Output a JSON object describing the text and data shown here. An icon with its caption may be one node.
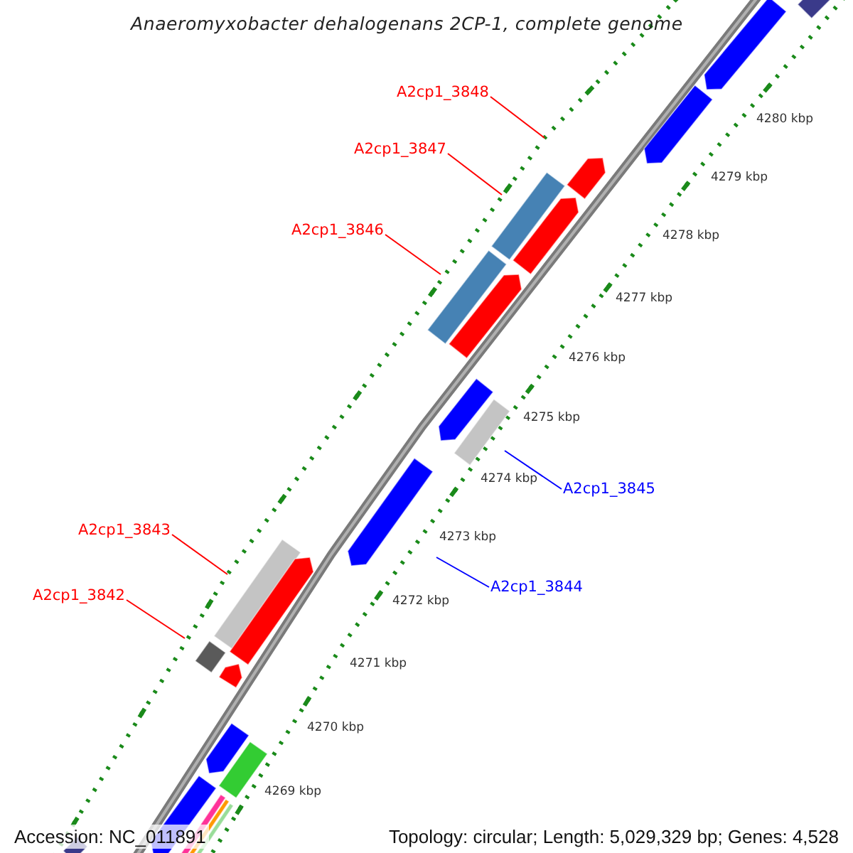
{
  "diagram": {
    "title": "Anaeromyxobacter dehalogenans 2CP-1, complete genome",
    "nodes": [
      {
        "text": [
          "A2cp1_3848"
        ]
      },
      {
        "text": [
          "A2cp1_3847"
        ]
      },
      {
        "text": [
          "A2cp1_3846"
        ]
      },
      {
        "text": [
          "A2cp1_3845"
        ]
      },
      {
        "text": [
          "A2cp1_3843"
        ]
      },
      {
        "text": [
          "A2cp1_3844"
        ]
      },
      {
        "text": [
          "A2cp1_3842"
        ]
      }
    ],
    "edges": [
      {
        "from": 0,
        "to": null,
        "arrow": "none"
      },
      {
        "from": 1,
        "to": null,
        "arrow": "none"
      },
      {
        "from": 2,
        "to": null,
        "arrow": "none"
      },
      {
        "from": 3,
        "to": null,
        "arrow": "none",
        "color": "#0000ff"
      },
      {
        "from": 4,
        "to": null,
        "arrow": "none"
      },
      {
        "from": 5,
        "to": null,
        "arrow": "none",
        "color": "#0000ff"
      },
      {
        "from": 6,
        "to": null,
        "arrow": "none"
      }
    ],
    "labels": [
      "4280 kbp",
      "4279 kbp",
      "4278 kbp",
      "4277 kbp",
      "4276 kbp",
      "4275 kbp",
      "4274 kbp",
      "4273 kbp",
      "4272 kbp",
      "4271 kbp",
      "4270 kbp",
      "4269 kbp",
      "Accession: NC_011891",
      "Topology: circular; Length: 5,029,329 bp; Genes: 4,528"
    ]
  }
}
